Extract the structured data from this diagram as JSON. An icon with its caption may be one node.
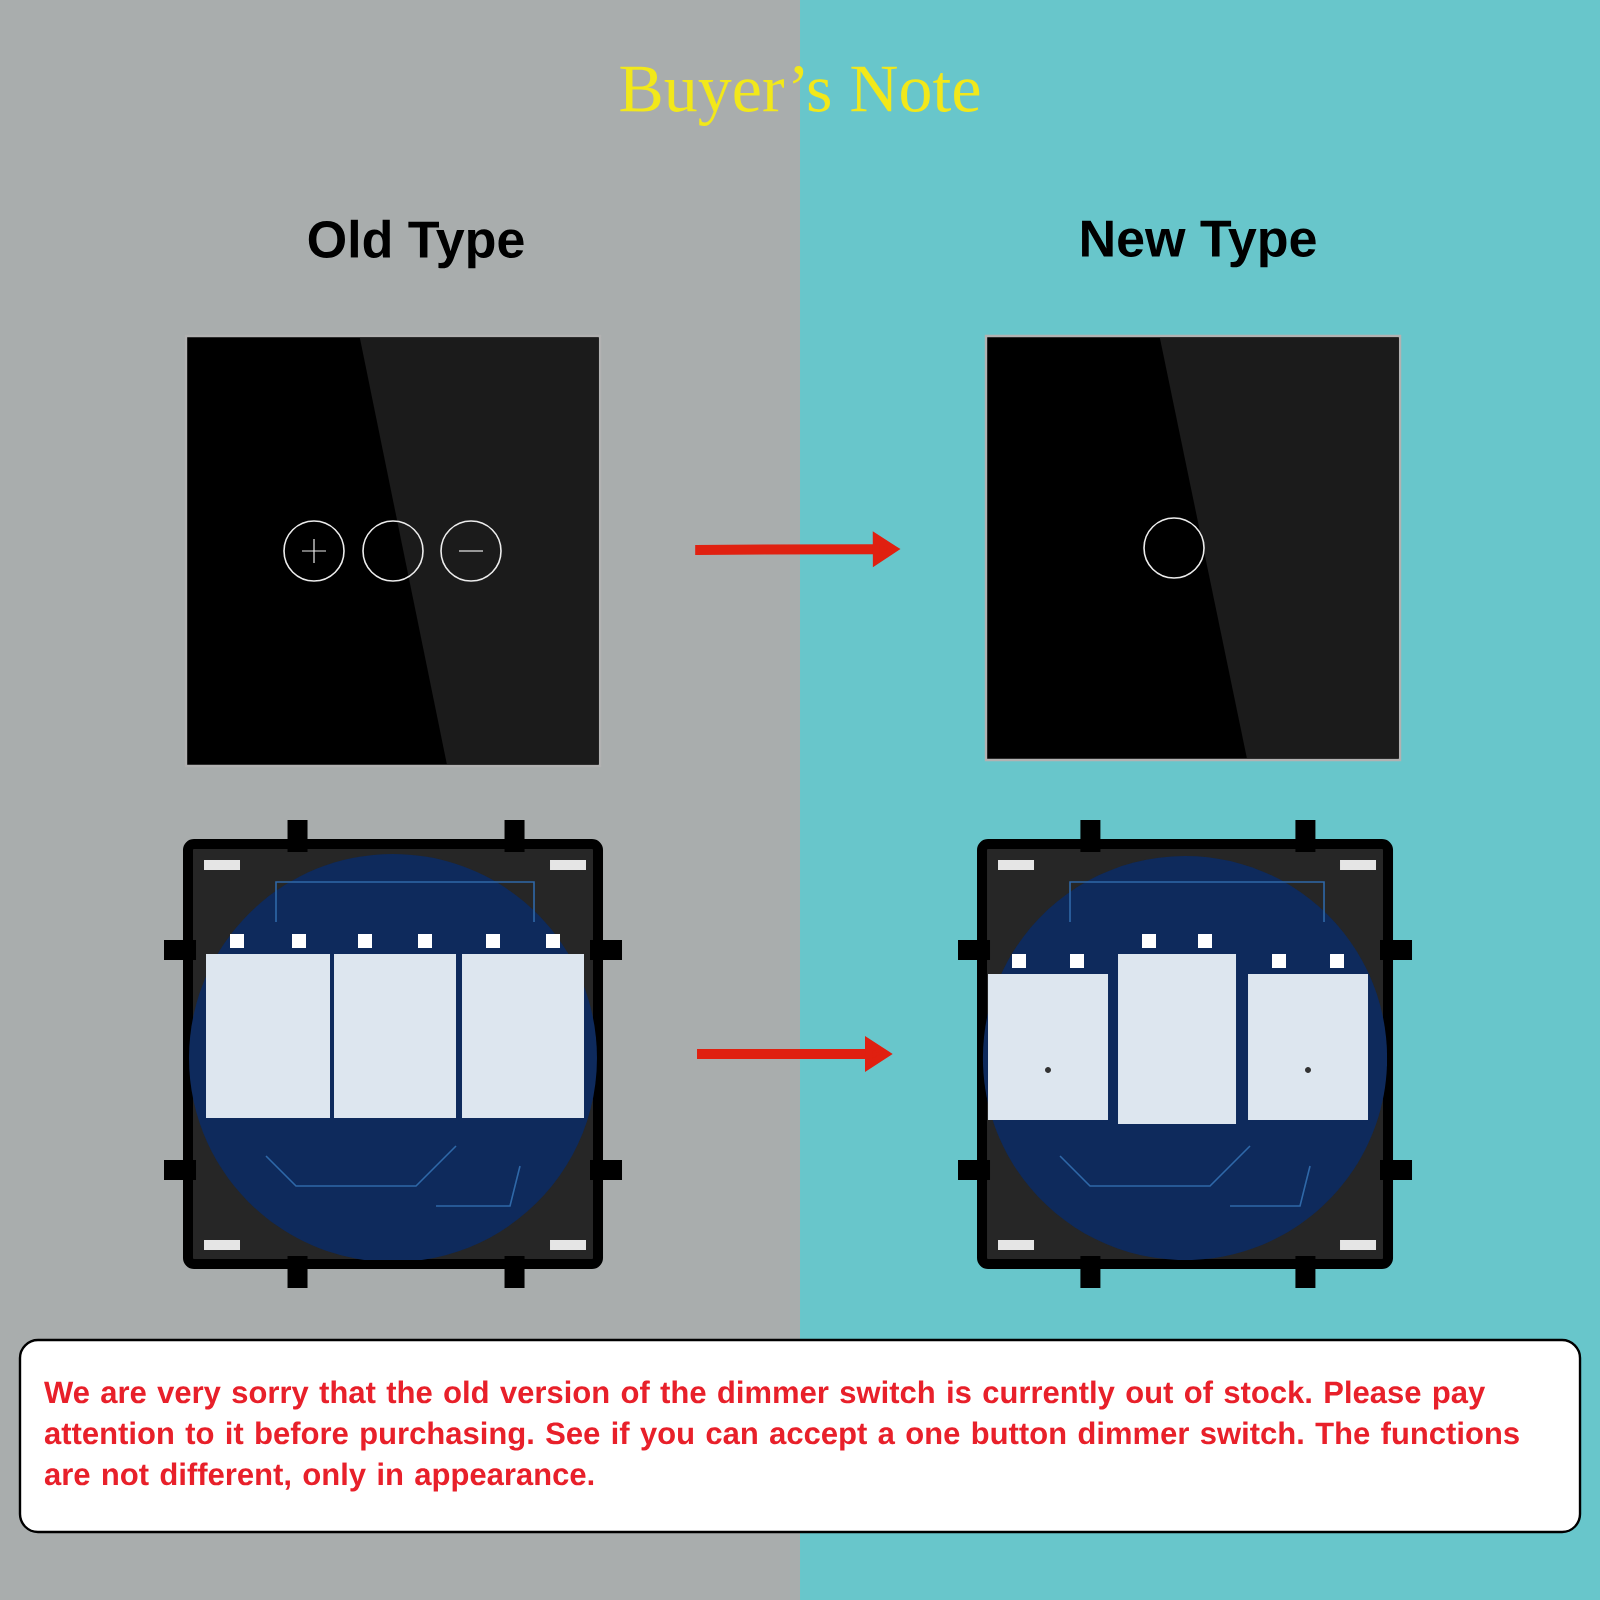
{
  "diagram": {
    "title": "Buyer’s Note",
    "nodes": [
      {
        "text": [],
        "shape": "picture"
      },
      {
        "text": [],
        "shape": "picture"
      },
      {
        "text": [],
        "shape": "picture"
      },
      {
        "text": [],
        "shape": "picture"
      },
      {
        "text": [
          "We are very sorry that the old version of the dimmer switch is currently out of stock. Please pay attention to it before purchasing. See if you can accept a one button dimmer switch. The functions are not different, only in appearance."
        ]
      }
    ],
    "edges": [
      {
        "from": 0,
        "to": 1,
        "arrow": "to"
      },
      {
        "from": 2,
        "to": 3,
        "arrow": "to"
      }
    ],
    "labels": [
      "Old Type",
      "New Type"
    ]
  }
}
